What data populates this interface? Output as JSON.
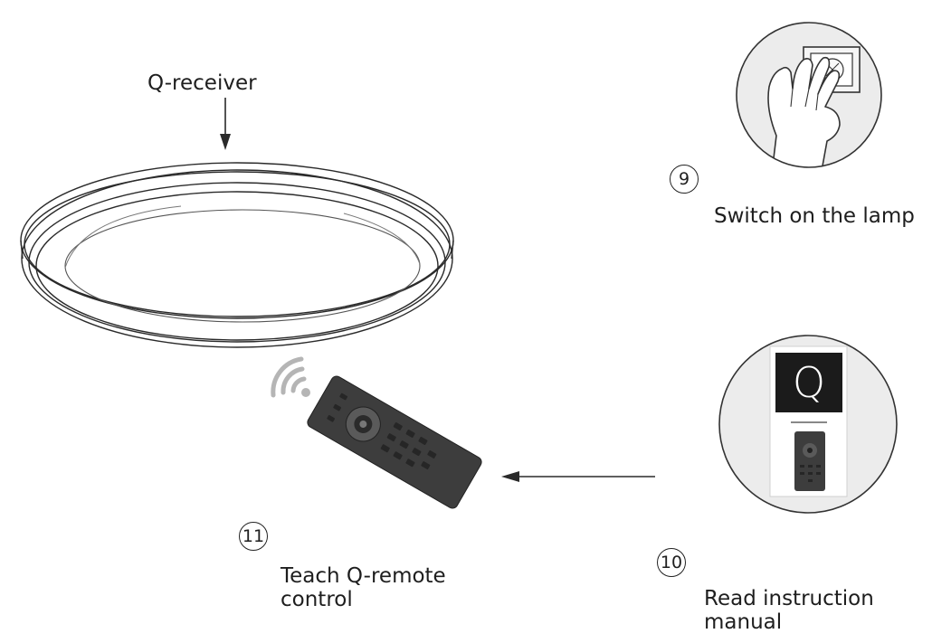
{
  "receiver_label": "Q-receiver",
  "steps": [
    {
      "number": "9",
      "text": "Switch on the lamp"
    },
    {
      "number": "10",
      "lines": [
        "Read instruction",
        "manual"
      ]
    },
    {
      "number": "11",
      "lines": [
        "Teach Q-remote",
        "control"
      ]
    }
  ],
  "manual_brand_letter": "Q",
  "icons": [
    "down-arrow-icon",
    "ceiling-lamp",
    "wifi-signal-icon",
    "remote-control",
    "left-arrow-icon",
    "hand-switch-icon",
    "manual-icon"
  ],
  "colors": {
    "line": "#2a2a2a",
    "circle_fill": "#ececec",
    "remote": "#3d3d3d",
    "manual_dark": "#1b1b1b",
    "wifi": "#b5b5b5"
  }
}
